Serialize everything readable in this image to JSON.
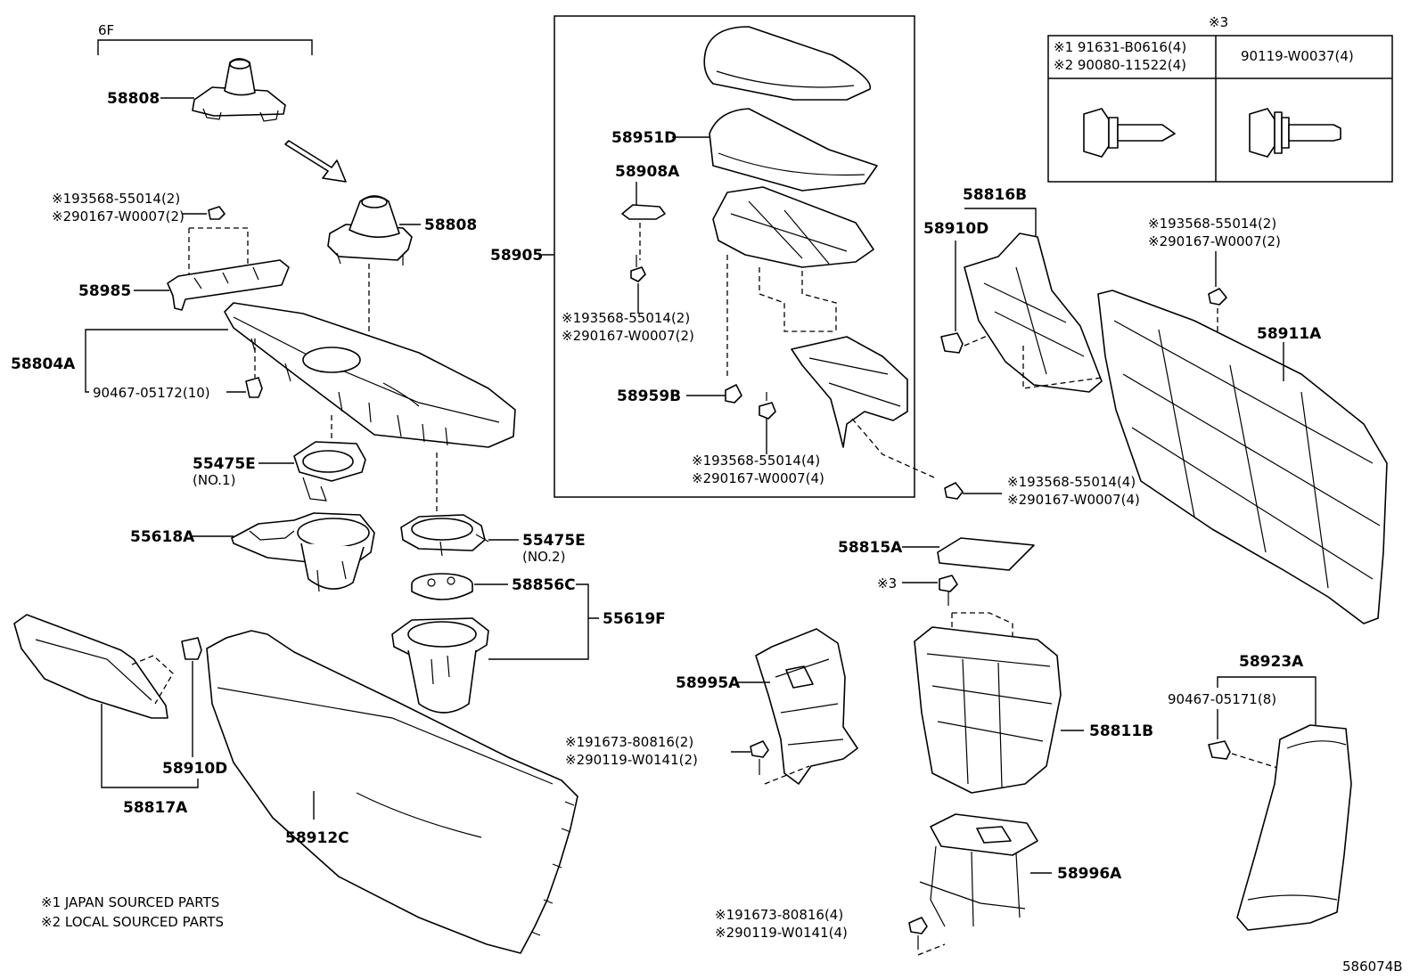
{
  "diagram": {
    "id": "586074B",
    "group_label": "6F",
    "notes": [
      "※1 JAPAN SOURCED PARTS",
      "※2 LOCAL SOURCED PARTS"
    ],
    "bolt_table": {
      "mark": "※3",
      "col1_l1": "※1 91631-B0616(4)",
      "col1_l2": "※2 90080-11522(4)",
      "col2": "90119-W0037(4)"
    },
    "labels": {
      "p58808_top": "58808",
      "p58808_mid": "58808",
      "p58985": "58985",
      "p58985_f1": "※193568-55014(2)",
      "p58985_f2": "※290167-W0007(2)",
      "p58804A": "58804A",
      "p90467_10": "90467-05172(10)",
      "p55475E_1": "55475E",
      "p55475E_1s": "(NO.1)",
      "p55618A": "55618A",
      "p55475E_2": "55475E",
      "p55475E_2s": "(NO.2)",
      "p58856C": "58856C",
      "p55619F": "55619F",
      "p58910D_l": "58910D",
      "p58817A": "58817A",
      "p58912C": "58912C",
      "p58905": "58905",
      "p58951D": "58951D",
      "p58908A": "58908A",
      "p58908A_f1": "※193568-55014(2)",
      "p58908A_f2": "※290167-W0007(2)",
      "p58959B": "58959B",
      "p58905_f1": "※193568-55014(4)",
      "p58905_f2": "※290167-W0007(4)",
      "p58816B": "58816B",
      "p58910D_r": "58910D",
      "p58816_f1": "※193568-55014(4)",
      "p58816_f2": "※290167-W0007(4)",
      "p58911A_f1": "※193568-55014(2)",
      "p58911A_f2": "※290167-W0007(2)",
      "p58911A": "58911A",
      "p58815A": "58815A",
      "p_mark3": "※3",
      "p58811B": "58811B",
      "p58995A": "58995A",
      "p58995_f1": "※191673-80816(2)",
      "p58995_f2": "※290119-W0141(2)",
      "p58996A": "58996A",
      "p58996_f1": "※191673-80816(4)",
      "p58996_f2": "※290119-W0141(4)",
      "p58923A": "58923A",
      "p90467_8": "90467-05171(8)"
    }
  }
}
